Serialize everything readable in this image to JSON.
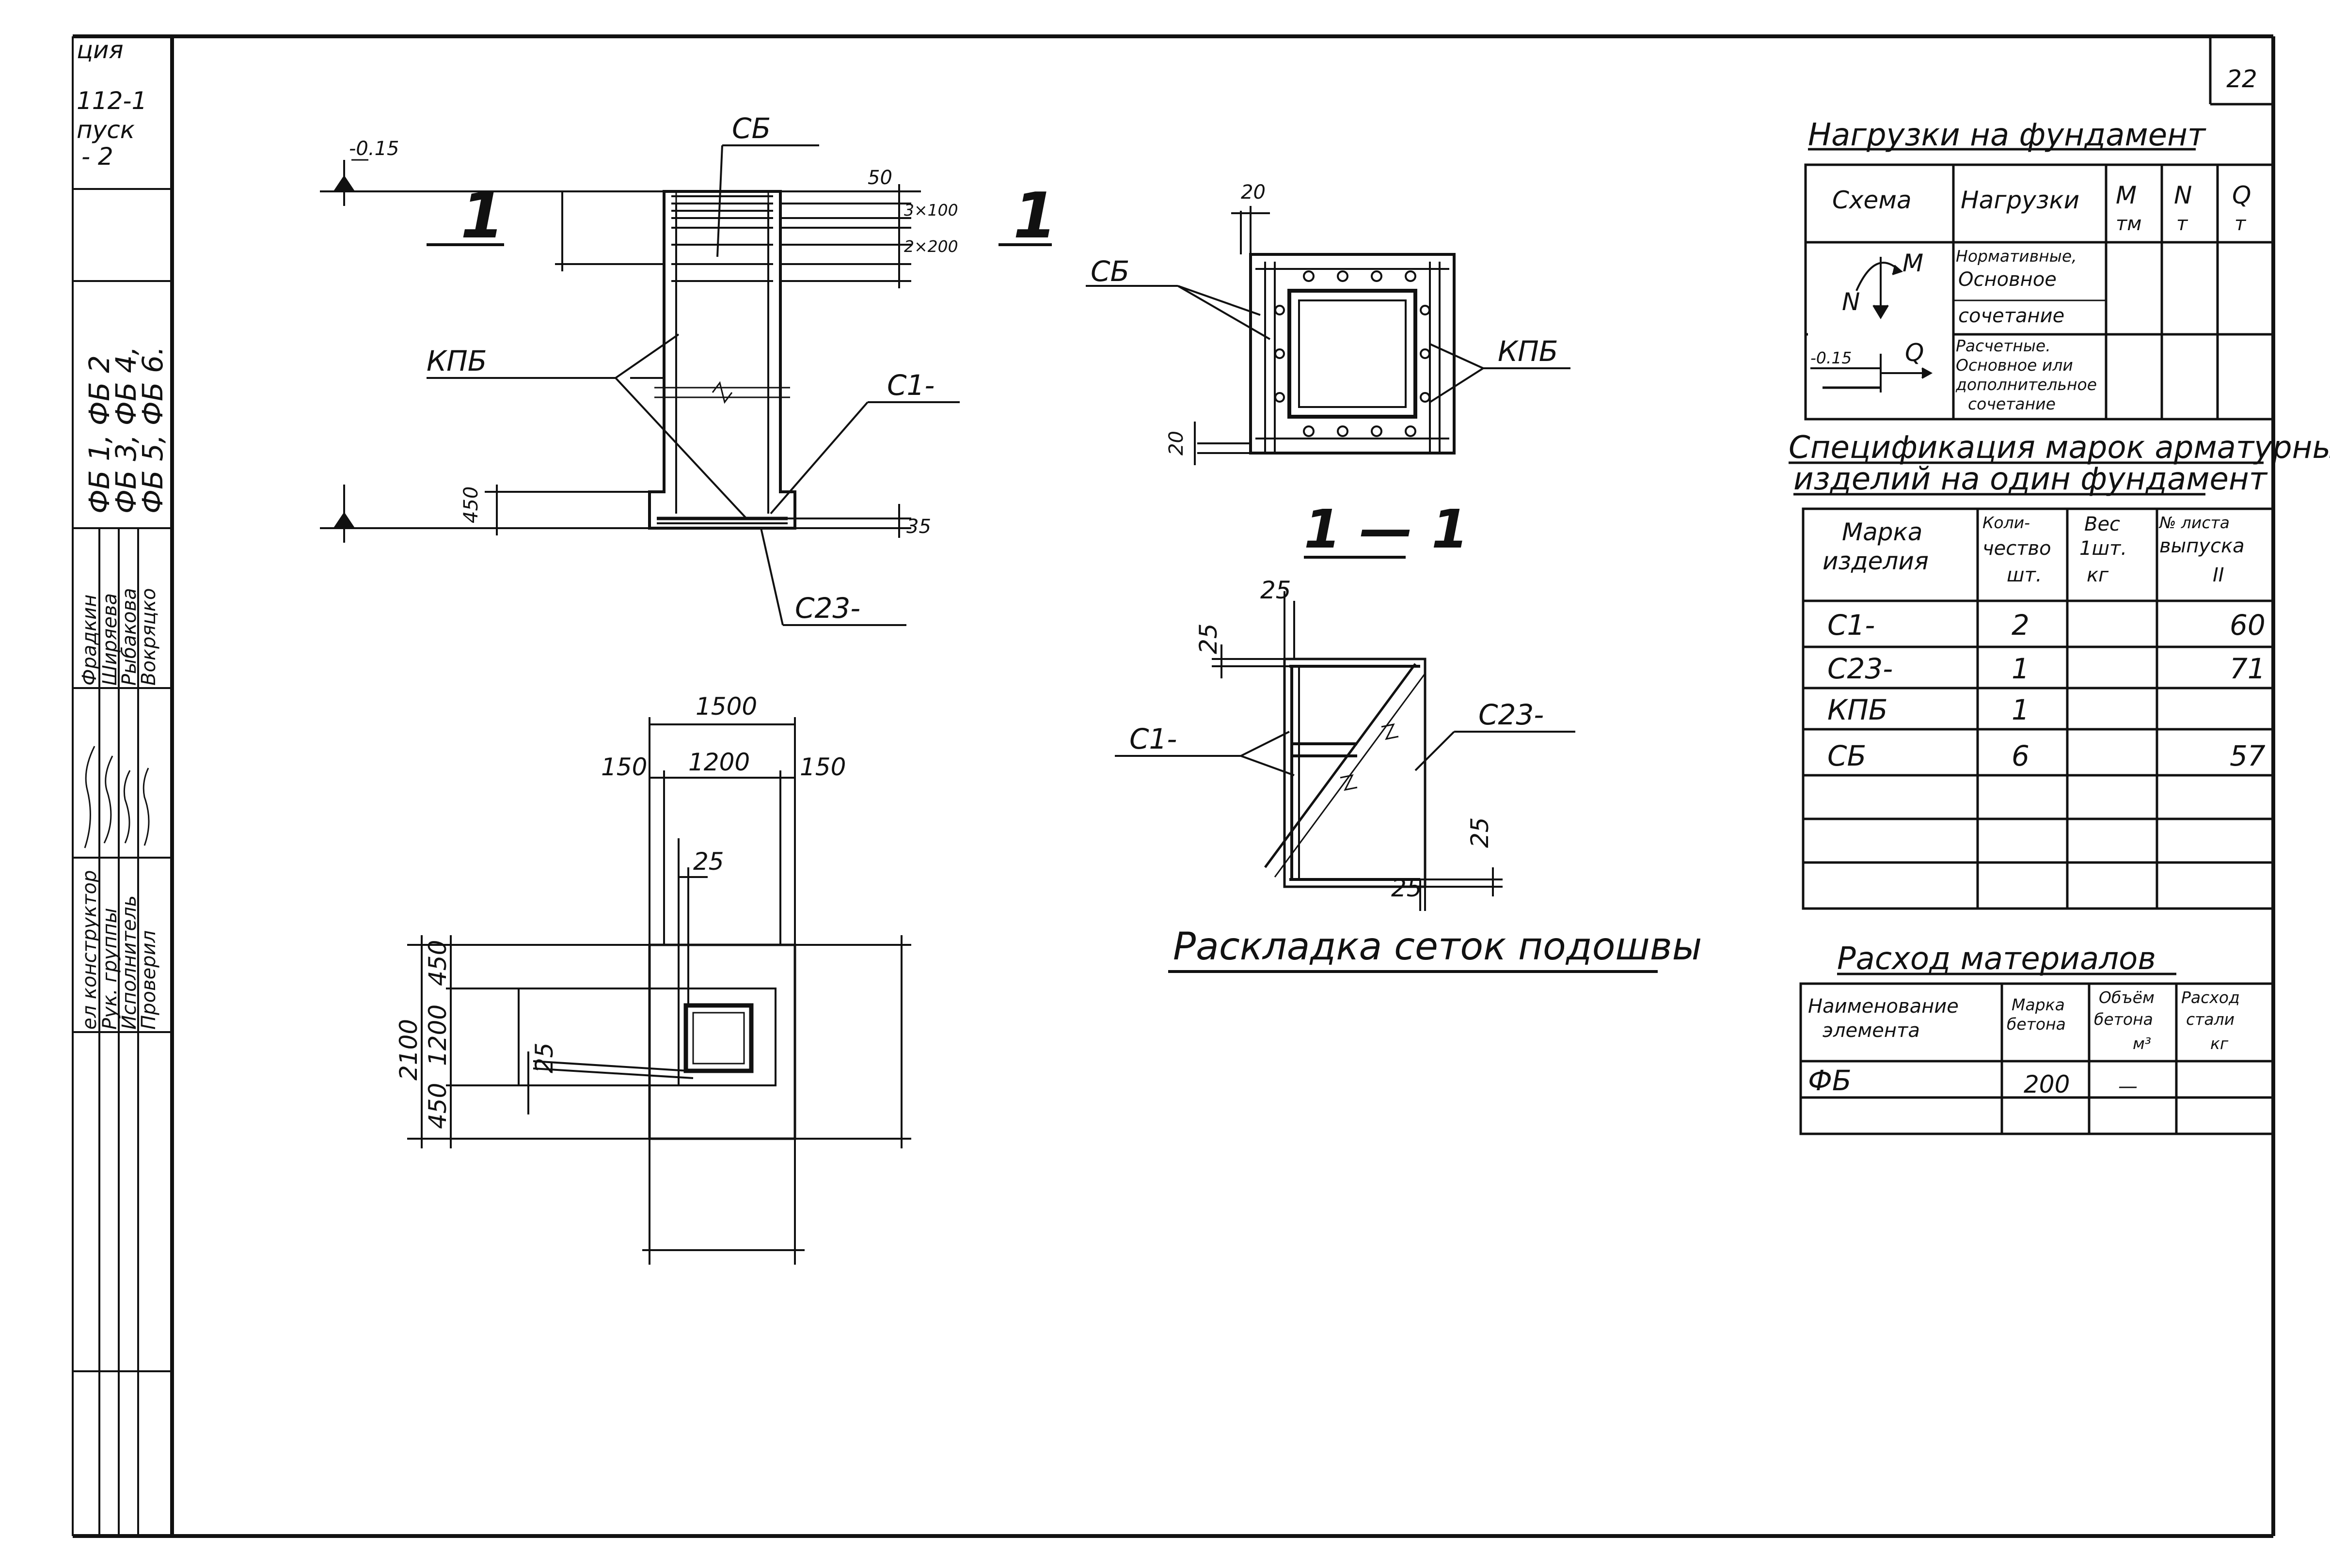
{
  "sheet_number": "22",
  "stamp": {
    "series_lines": [
      "ция",
      "112-1",
      "пуск",
      "- 2"
    ],
    "marks_lines": [
      "ФБ 1, ФБ 2",
      "ФБ 3, ФБ 4,",
      "ФБ 5, ФБ 6."
    ],
    "roles": [
      "ел конструктор",
      "Рук. группы",
      "Исполнитель",
      "Проверил"
    ],
    "names": [
      "Фрадкин",
      "Ширяева",
      "Рыбакова",
      "Вокряцко"
    ]
  },
  "elevation": {
    "level_top": "-0.15",
    "section_mark": "1",
    "labels": {
      "sb": "СБ",
      "kpb": "КПБ",
      "c1": "С1-",
      "c23": "С23-"
    },
    "dims": {
      "d50": "50",
      "d3x100": "3×100",
      "d2x200": "2×200",
      "d450": "450",
      "d35": "35"
    }
  },
  "section_view": {
    "dims": {
      "d20_top": "20",
      "d20_side": "20"
    },
    "labels": {
      "sb": "СБ",
      "kpb": "КПБ"
    },
    "title": "1 — 1"
  },
  "plan": {
    "dims": {
      "w1500": "1500",
      "w150l": "150",
      "w1200": "1200",
      "w150r": "150",
      "d25a": "25",
      "h2100": "2100",
      "h450t": "450",
      "h1200": "1200",
      "h450b": "450",
      "d25b": "25"
    }
  },
  "mesh_layout": {
    "dims": {
      "t25": "25",
      "l25": "25",
      "r25": "25",
      "b25": "25"
    },
    "labels": {
      "c1": "С1-",
      "c23": "С23-"
    },
    "title": "Раскладка сеток подошвы"
  },
  "loads_table": {
    "title": "Нагрузки на фундамент",
    "headers": {
      "scheme": "Схема",
      "loads": "Нагрузки",
      "m": "М",
      "m_unit": "тм",
      "n": "N",
      "n_unit": "т",
      "q": "Q",
      "q_unit": "т"
    },
    "row1": [
      "Нормативные,",
      "Основное",
      "сочетание"
    ],
    "row2": [
      "Расчетные.",
      "Основное или",
      "дополнительное",
      "сочетание"
    ],
    "scheme_labels": {
      "m": "М",
      "n": "N",
      "q": "Q",
      "level": "-0.15"
    }
  },
  "spec_table": {
    "title_lines": [
      "Спецификация марок арматурных",
      "изделий на один фундамент"
    ],
    "headers": {
      "mark": [
        "Марка",
        "изделия"
      ],
      "qty": [
        "Коли-",
        "чество",
        "шт."
      ],
      "weight": [
        "Вес",
        "1шт.",
        "кг"
      ],
      "sheet": [
        "№ листа",
        "выпуска",
        "II"
      ]
    },
    "rows": [
      {
        "mark": "С1-",
        "qty": "2",
        "weight": "",
        "sheet": "60"
      },
      {
        "mark": "С23-",
        "qty": "1",
        "weight": "",
        "sheet": "71"
      },
      {
        "mark": "КПБ",
        "qty": "1",
        "weight": "",
        "sheet": ""
      },
      {
        "mark": "СБ",
        "qty": "6",
        "weight": "",
        "sheet": "57"
      },
      {
        "mark": "",
        "qty": "",
        "weight": "",
        "sheet": ""
      },
      {
        "mark": "",
        "qty": "",
        "weight": "",
        "sheet": ""
      }
    ]
  },
  "materials_table": {
    "title": "Расход материалов",
    "headers": {
      "name": [
        "Наименование",
        "элемента"
      ],
      "grade": [
        "Марка",
        "бетона"
      ],
      "volume": [
        "Объём",
        "бетона",
        "м³"
      ],
      "steel": [
        "Расход",
        "стали",
        "кг"
      ]
    },
    "rows": [
      {
        "name": "ФБ",
        "grade": "200",
        "volume": "—",
        "steel": ""
      },
      {
        "name": "",
        "grade": "",
        "volume": "",
        "steel": ""
      }
    ]
  }
}
